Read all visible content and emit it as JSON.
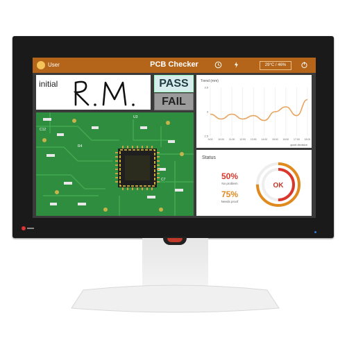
{
  "header": {
    "user_label": "User",
    "title": "PCB Checker",
    "temperature": "29°C / 46%"
  },
  "icons": {
    "user": "user-icon",
    "clock": "clock-icon",
    "flash": "flash-icon",
    "power": "power-icon"
  },
  "initial": {
    "label": "initial",
    "signature": "R.M."
  },
  "buttons": {
    "pass": "PASS",
    "fail": "FAIL"
  },
  "chart": {
    "title": "Trend (mm)",
    "yticks": [
      "3.5",
      "3",
      "2.5"
    ],
    "xticks": [
      "9:00",
      "10:00",
      "11:00",
      "12:00",
      "13:00",
      "14:00",
      "15:00",
      "16:00",
      "17:00",
      "18:00"
    ],
    "xlabel": "good decision"
  },
  "chart_data": {
    "type": "line",
    "title": "Trend (mm)",
    "xlabel": "good decision",
    "ylabel": "",
    "x": [
      "9:00",
      "10:00",
      "11:00",
      "12:00",
      "13:00",
      "14:00",
      "15:00",
      "16:00",
      "17:00",
      "18:00"
    ],
    "ylim": [
      2.5,
      3.5
    ],
    "series": [
      {
        "values": [
          2.95,
          2.85,
          2.95,
          2.85,
          2.92,
          2.82,
          3.0,
          3.1,
          2.92,
          3.25
        ]
      }
    ],
    "grid": true
  },
  "status": {
    "title": "Status",
    "no_problem_pct": "50%",
    "no_problem_label": "No problem",
    "needs_proof_pct": "75%",
    "needs_proof_label": "Needs proof",
    "gauge_center": "OK",
    "ring_outer_fraction": 0.75,
    "ring_inner_fraction": 0.5
  },
  "colors": {
    "accent": "#b4651a",
    "line": "#e9a35f",
    "red": "#d9372c",
    "orange": "#e08a1e"
  }
}
